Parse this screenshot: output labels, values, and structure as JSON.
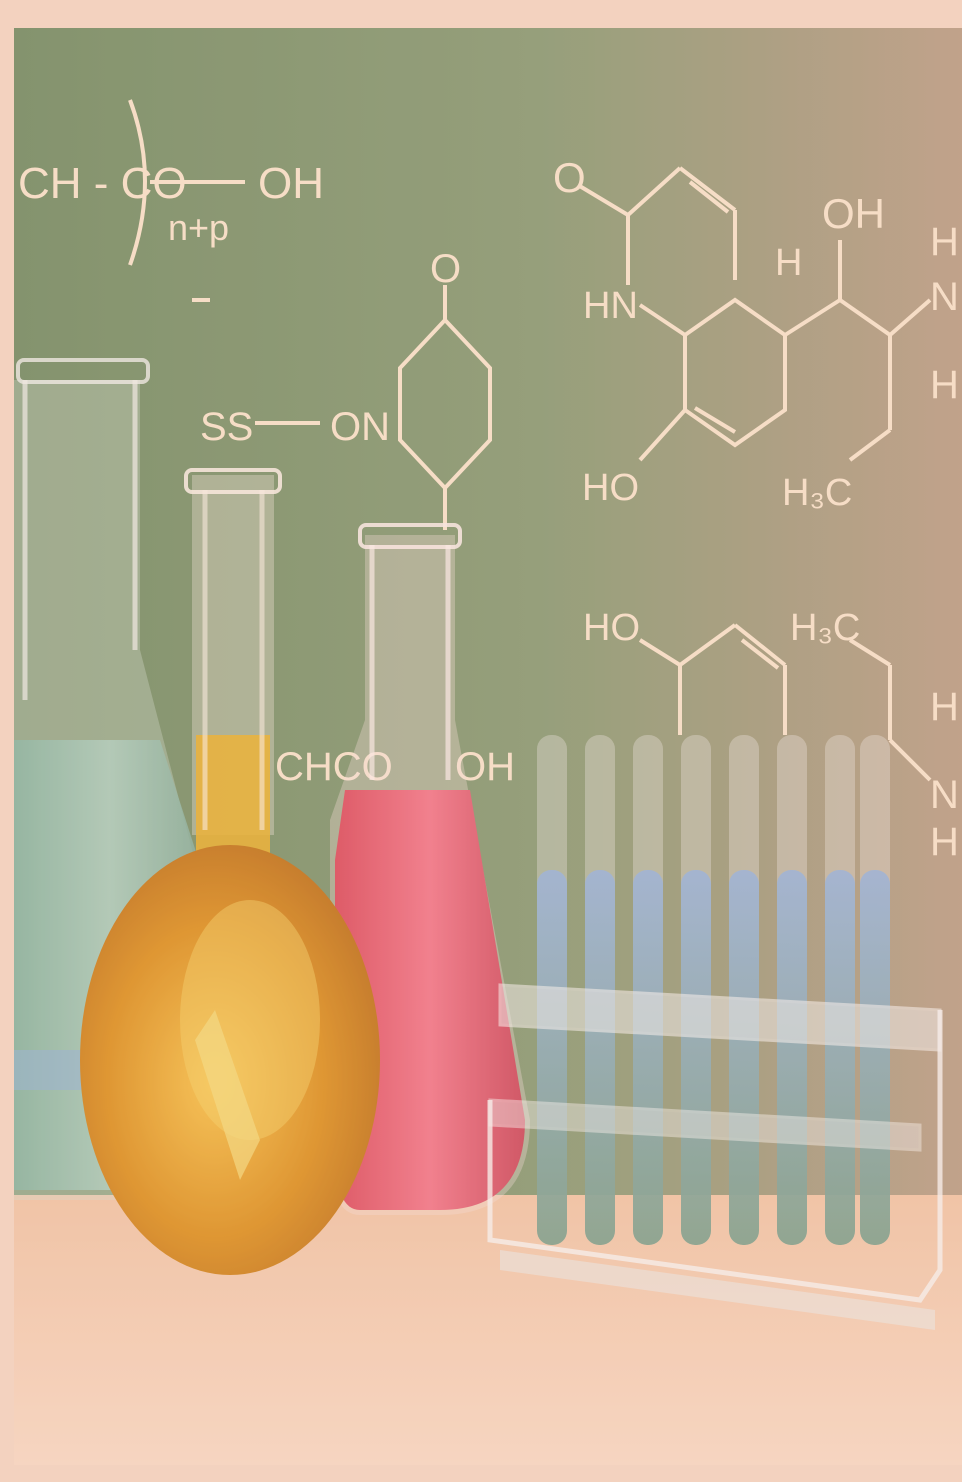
{
  "photo": {
    "board_color": "#6e8f67",
    "page_tint": "#f3d2bf",
    "table_color": "#f1c9a9",
    "chalk_color": "#f6e6cf",
    "flask_colors": {
      "left": "#8fc3b3",
      "round": "#e0a021",
      "center": "#e45a6b",
      "tubes": "#7fa8d4"
    }
  },
  "formulas": {
    "top_left_chain": "CH - CO",
    "subscript": "n+p",
    "chain_oh": "OH",
    "ss": "SS",
    "on": "ON",
    "ketone_o": "O",
    "chco": "CHCO",
    "oh_mid": "OH",
    "lactam_o": "O",
    "hn": "HN",
    "ho_ring": "HO",
    "h_label": "H",
    "oh_top": "OH",
    "h3c_ring": "H₃C",
    "edge_h1": "H",
    "edge_n": "N",
    "edge_h2": "H",
    "ho_lower": "HO",
    "h3c_lower": "H₃C",
    "edge_h3": "H",
    "edge_n2": "N",
    "edge_h4": "H"
  }
}
